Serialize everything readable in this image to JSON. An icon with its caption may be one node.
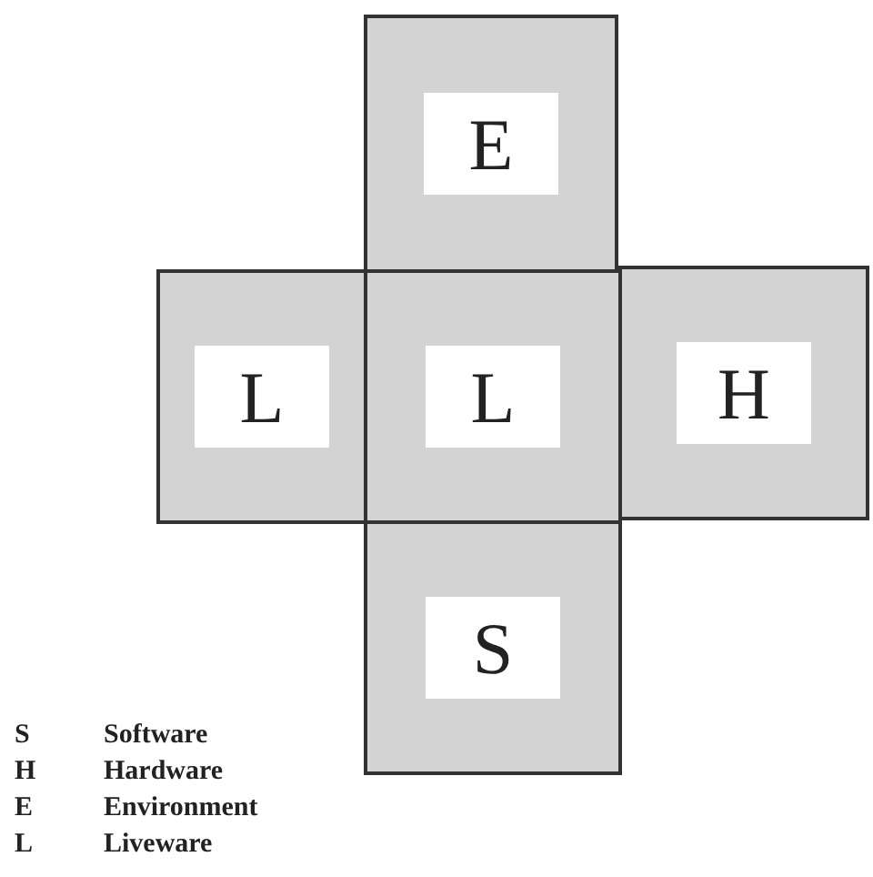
{
  "diagram": {
    "nodes": [
      {
        "text": [
          "E"
        ]
      },
      {
        "text": [
          "L"
        ]
      },
      {
        "text": [
          "L"
        ]
      },
      {
        "text": [
          "H"
        ]
      },
      {
        "text": [
          "S"
        ]
      }
    ],
    "labels": [
      "S",
      "Software",
      "H",
      "Hardware",
      "E",
      "Environment",
      "L",
      "Liveware"
    ]
  }
}
